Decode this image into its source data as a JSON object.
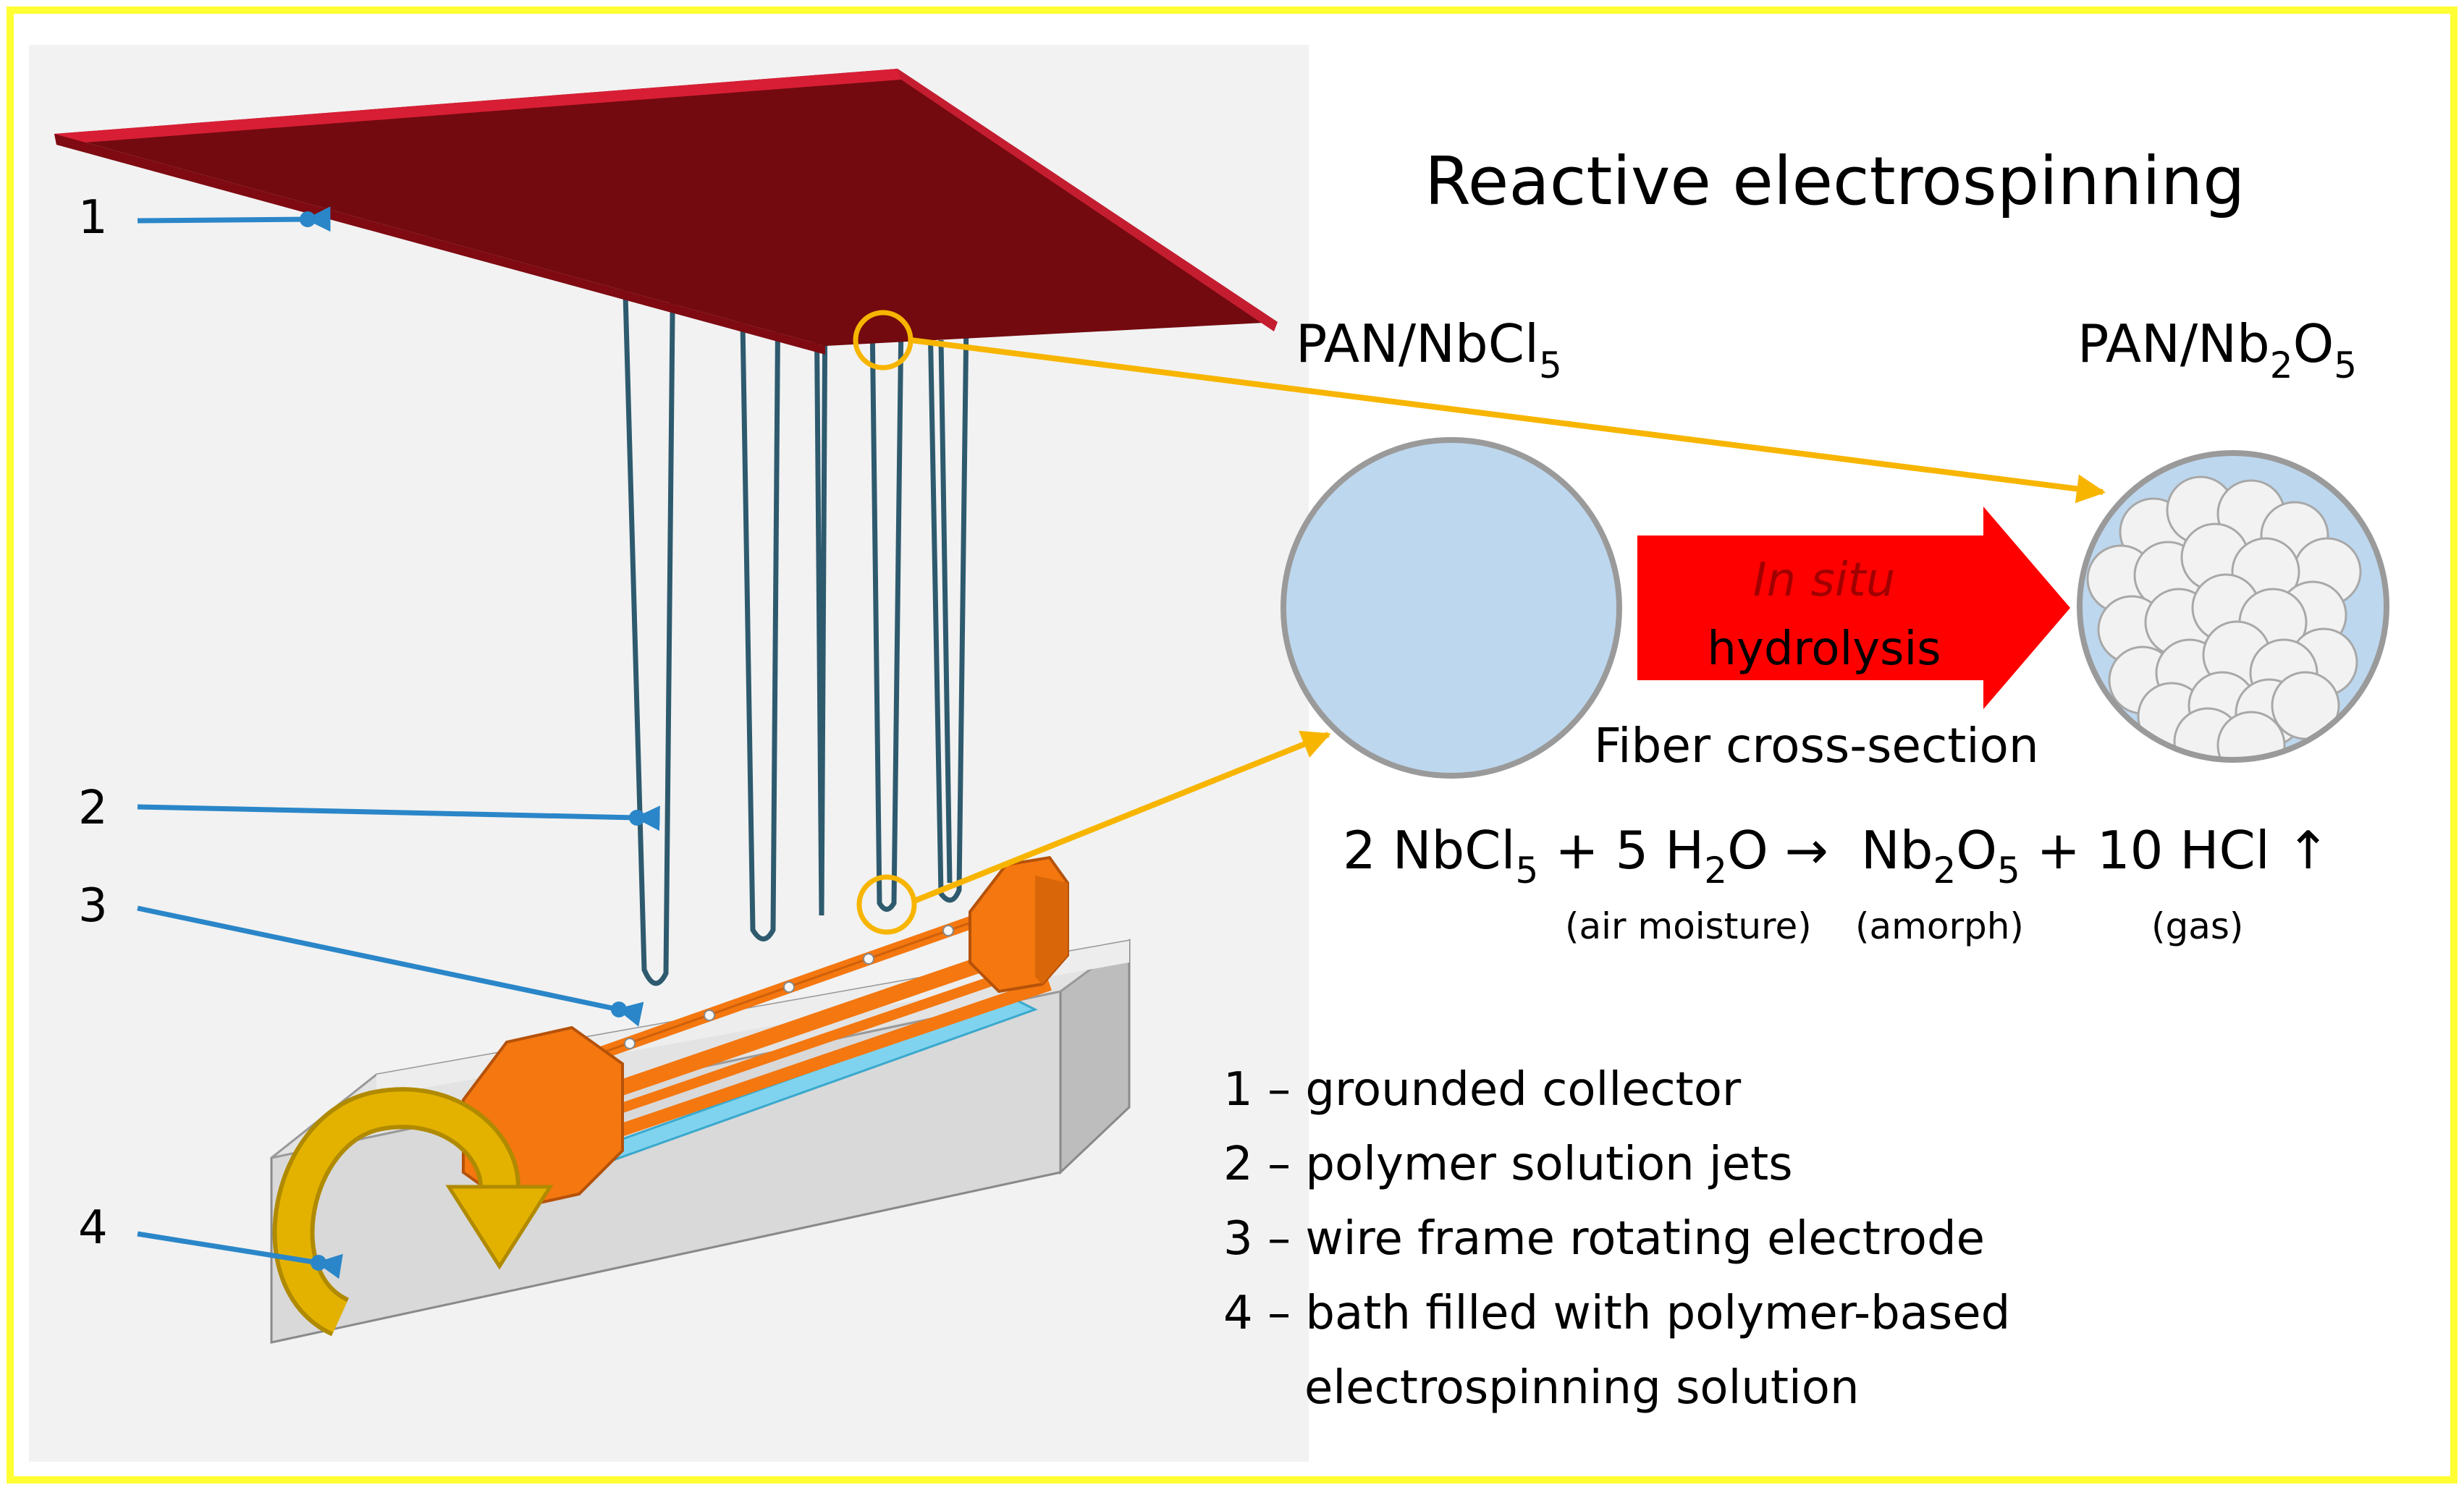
{
  "title": "Reactive electrospinning",
  "precursor": {
    "label_main": "PAN/NbCl",
    "label_sub": "5"
  },
  "product": {
    "label_main": "PAN/Nb",
    "label_sub1": "2",
    "label_mid": "O",
    "label_sub2": "5"
  },
  "arrow": {
    "line1": "In situ",
    "line2": "hydrolysis"
  },
  "cross_section_label": "Fiber cross-section",
  "equation": {
    "p1": "2 NbCl",
    "s1": "5",
    "p2": " + 5 H",
    "s2": "2",
    "p3": "O → ",
    "p4": "Nb",
    "s4": "2",
    "p5": "O",
    "s5": "5",
    "p6": " + 10 HCl ↑",
    "note_water": "(air moisture)",
    "note_oxide": "(amorph)",
    "note_gas": "(gas)"
  },
  "callouts": [
    "1",
    "2",
    "3",
    "4"
  ],
  "legend": [
    "1 – grounded collector",
    "2 – polymer solution jets",
    "3 – wire frame rotating electrode",
    "4 – bath filled with polymer-based",
    "electrospinning solution"
  ],
  "colors": {
    "frame": "#FFFF33",
    "panel_bg": "#F2F2F2",
    "collector": "#730A0F",
    "collector_edge": "#D81E35",
    "jets": "#2E5A6E",
    "callout_arrow": "#2A86C8",
    "highlight": "#F7B500",
    "electrode": "#F4770F",
    "bath": "#D9D9D9",
    "solution": "#7FD3EE",
    "rotation_arrow": "#E3B200",
    "hydrolysis_arrow": "#FF0000",
    "arrow_text_italic": "#A00000",
    "fiber_fill": "#BDD7EE",
    "particle": "#F2F2F2"
  }
}
